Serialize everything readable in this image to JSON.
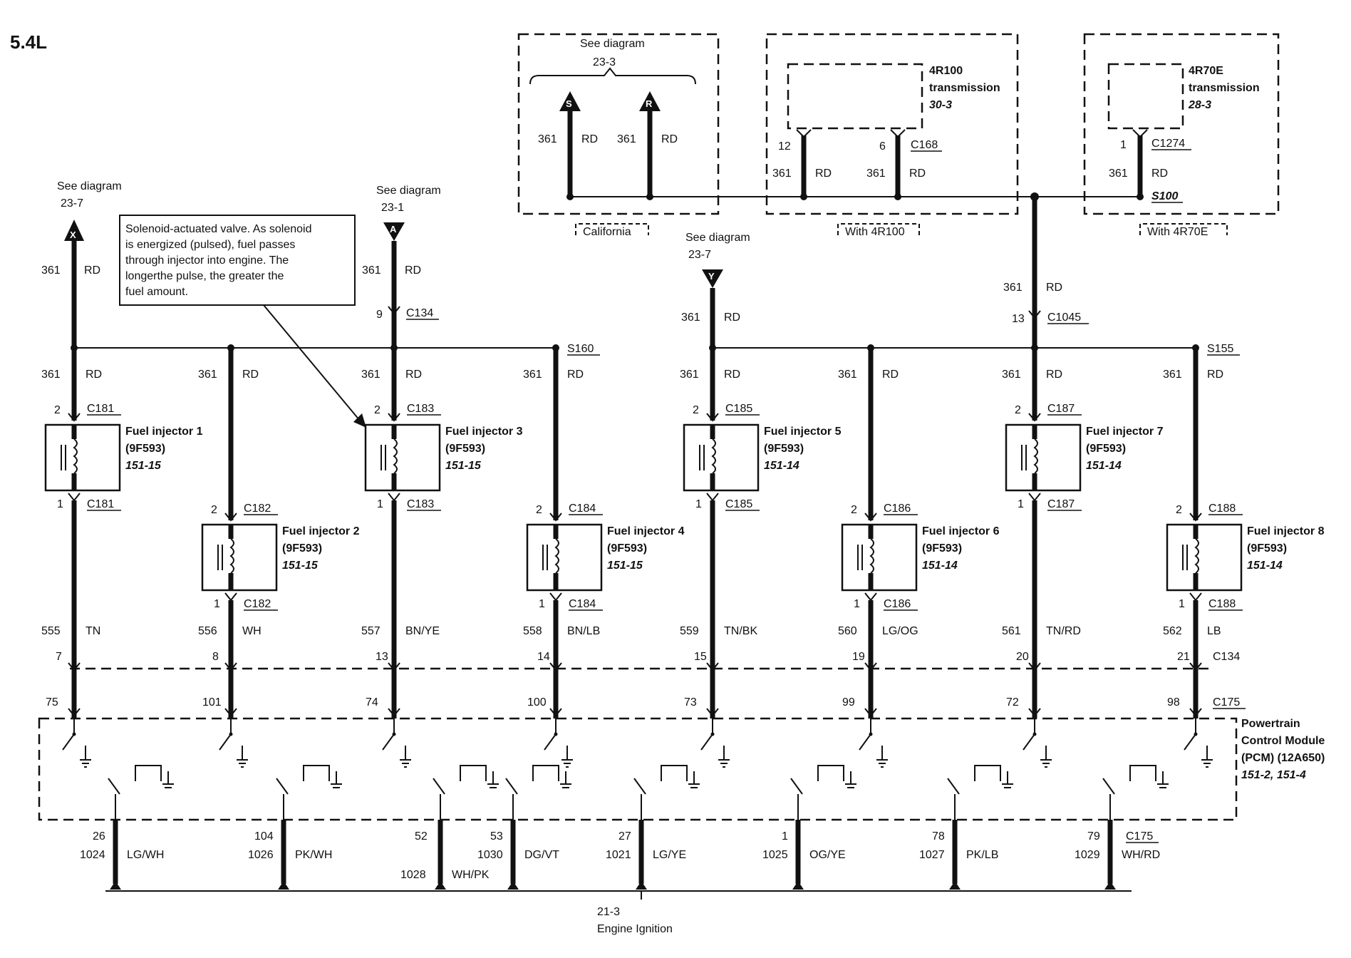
{
  "title": "5.4L",
  "callout": {
    "lines": [
      "Solenoid-actuated valve. As solenoid",
      "is energized (pulsed), fuel passes",
      "through injector into engine. The",
      "longerthe pulse, the greater the",
      "fuel amount."
    ]
  },
  "top_refs": [
    {
      "see": "See diagram",
      "num": "23-7",
      "letter": "X",
      "circuit": "361",
      "color": "RD"
    },
    {
      "see": "See diagram",
      "num": "23-1",
      "letter": "A",
      "circuit": "361",
      "color": "RD",
      "pin": "9",
      "conn": "C134"
    },
    {
      "see": "See diagram",
      "num": "23-7",
      "letter": "Y",
      "circuit": "361",
      "color": "RD"
    }
  ],
  "california": {
    "see": "See diagram",
    "num": "23-3",
    "label": "California",
    "arrows": [
      {
        "letter": "S",
        "circuit": "361",
        "color": "RD"
      },
      {
        "letter": "R",
        "circuit": "361",
        "color": "RD"
      }
    ]
  },
  "trans_4r100": {
    "name1": "4R100",
    "name2": "transmission",
    "ref": "30-3",
    "label": "With 4R100",
    "pins": [
      {
        "pin": "12",
        "circuit": "361",
        "color": "RD"
      },
      {
        "pin": "6",
        "circuit": "361",
        "color": "RD",
        "conn": "C168"
      }
    ]
  },
  "trans_4r70e": {
    "name1": "4R70E",
    "name2": "transmission",
    "ref": "28-3",
    "label": "With 4R70E",
    "pin": "1",
    "conn": "C1274",
    "circuit": "361",
    "color": "RD",
    "splice": "S100"
  },
  "feed_right": {
    "circuit": "361",
    "color": "RD",
    "pin": "13",
    "conn": "C1045"
  },
  "splices": {
    "left": "S160",
    "right": "S155"
  },
  "injectors": [
    {
      "name": "Fuel injector 1",
      "part": "(9F593)",
      "ref": "151-15",
      "top_pin": "2",
      "bot_pin": "1",
      "conn": "C181",
      "feed": "361",
      "feed_color": "RD",
      "circuit": "555",
      "color": "TN",
      "c134": "7",
      "c175": "75"
    },
    {
      "name": "Fuel injector 2",
      "part": "(9F593)",
      "ref": "151-15",
      "top_pin": "2",
      "bot_pin": "1",
      "conn": "C182",
      "feed": "361",
      "feed_color": "RD",
      "circuit": "556",
      "color": "WH",
      "c134": "8",
      "c175": "101"
    },
    {
      "name": "Fuel injector 3",
      "part": "(9F593)",
      "ref": "151-15",
      "top_pin": "2",
      "bot_pin": "1",
      "conn": "C183",
      "feed": "361",
      "feed_color": "RD",
      "circuit": "557",
      "color": "BN/YE",
      "c134": "13",
      "c175": "74"
    },
    {
      "name": "Fuel injector 4",
      "part": "(9F593)",
      "ref": "151-15",
      "top_pin": "2",
      "bot_pin": "1",
      "conn": "C184",
      "feed": "361",
      "feed_color": "RD",
      "circuit": "558",
      "color": "BN/LB",
      "c134": "14",
      "c175": "100"
    },
    {
      "name": "Fuel injector 5",
      "part": "(9F593)",
      "ref": "151-14",
      "top_pin": "2",
      "bot_pin": "1",
      "conn": "C185",
      "feed": "361",
      "feed_color": "RD",
      "circuit": "559",
      "color": "TN/BK",
      "c134": "15",
      "c175": "73"
    },
    {
      "name": "Fuel injector 6",
      "part": "(9F593)",
      "ref": "151-14",
      "top_pin": "2",
      "bot_pin": "1",
      "conn": "C186",
      "feed": "361",
      "feed_color": "RD",
      "circuit": "560",
      "color": "LG/OG",
      "c134": "19",
      "c175": "99"
    },
    {
      "name": "Fuel injector 7",
      "part": "(9F593)",
      "ref": "151-14",
      "top_pin": "2",
      "bot_pin": "1",
      "conn": "C187",
      "feed": "361",
      "feed_color": "RD",
      "circuit": "561",
      "color": "TN/RD",
      "c134": "20",
      "c175": "72"
    },
    {
      "name": "Fuel injector 8",
      "part": "(9F593)",
      "ref": "151-14",
      "top_pin": "2",
      "bot_pin": "1",
      "conn": "C188",
      "feed": "361",
      "feed_color": "RD",
      "circuit": "562",
      "color": "LB",
      "c134": "21",
      "c175": "98"
    }
  ],
  "c134_label": "C134",
  "c175_label": "C175",
  "pcm": {
    "line1": "Powertrain",
    "line2": "Control Module",
    "line3": "(PCM) (12A650)",
    "ref": "151-2, 151-4"
  },
  "ignition": [
    {
      "pin": "26",
      "circuit": "1024",
      "color": "LG/WH"
    },
    {
      "pin": "104",
      "circuit": "1026",
      "color": "PK/WH"
    },
    {
      "pin": "52",
      "circuit": "1028",
      "color": "WH/PK"
    },
    {
      "pin": "53",
      "circuit": "1030",
      "color": "DG/VT"
    },
    {
      "pin": "27",
      "circuit": "1021",
      "color": "LG/YE"
    },
    {
      "pin": "1",
      "circuit": "1025",
      "color": "OG/YE"
    },
    {
      "pin": "78",
      "circuit": "1027",
      "color": "PK/LB"
    },
    {
      "pin": "79",
      "circuit": "1029",
      "color": "WH/RD"
    }
  ],
  "ignition_conn": "C175",
  "bottom": {
    "num": "21-3",
    "label": "Engine Ignition"
  }
}
